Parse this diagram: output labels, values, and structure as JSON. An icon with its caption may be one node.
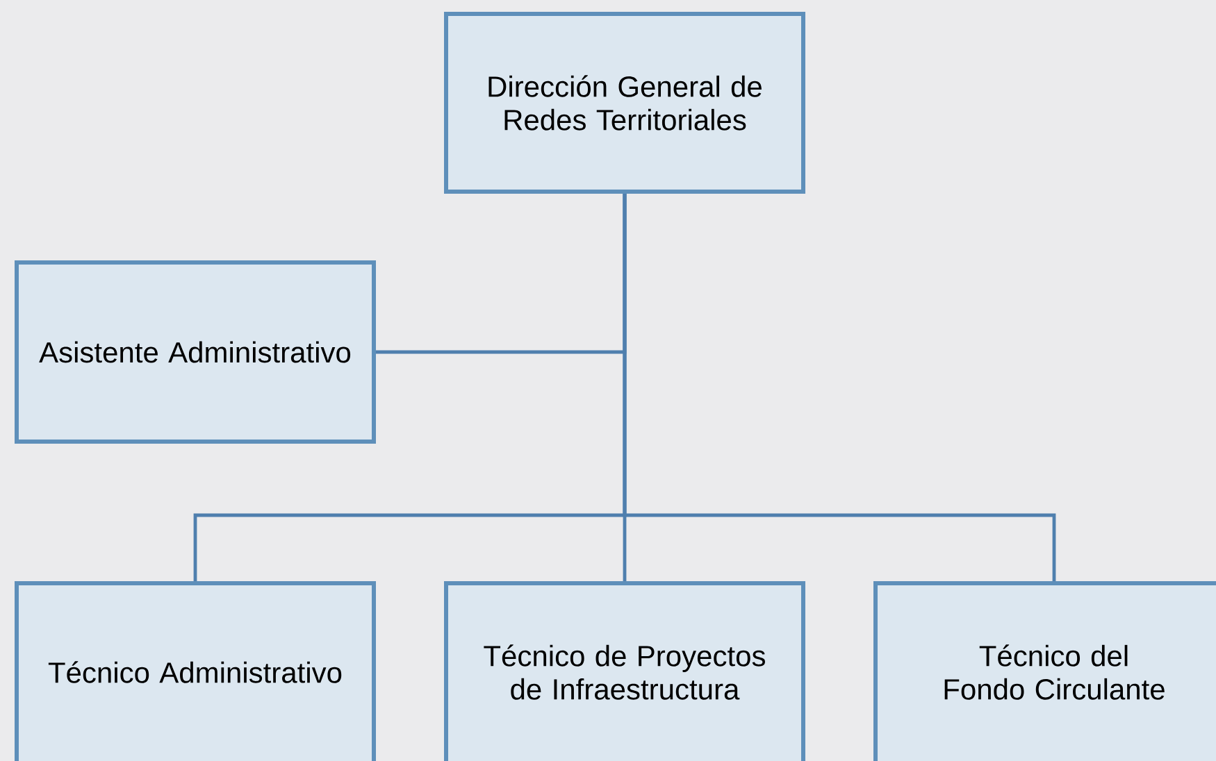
{
  "diagram": {
    "nodes": [
      {
        "text": [
          "Dirección General de Redes Territoriales"
        ]
      },
      {
        "text": [
          "Asistente Administrativo"
        ]
      },
      {
        "text": [
          "Técnico Administrativo"
        ]
      },
      {
        "text": [
          "Técnico de Proyectos de Infraestructura"
        ]
      },
      {
        "text": [
          "Técnico del Fondo Circulante"
        ]
      }
    ],
    "edges": [
      {
        "from": 0,
        "to": 1,
        "arrow": "none"
      },
      {
        "from": 0,
        "to": 2,
        "arrow": "none"
      },
      {
        "from": 0,
        "to": 3,
        "arrow": "none"
      },
      {
        "from": 0,
        "to": 4,
        "arrow": "none"
      }
    ]
  }
}
